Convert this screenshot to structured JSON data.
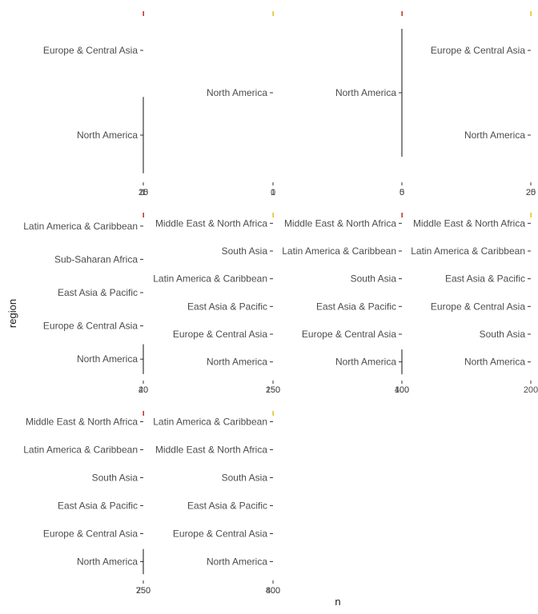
{
  "chart_data": {
    "type": "bar",
    "layout": "faceted-horizontal-bars",
    "xlabel": "n",
    "ylabel": "region",
    "grid": false,
    "panels": [
      {
        "categories": [
          "North America",
          "Europe & Central Asia"
        ],
        "values": [
          0,
          0
        ],
        "xticks": [
          "1",
          "10",
          "25"
        ],
        "marks": [
          {
            "category": "North America",
            "type": "line"
          }
        ],
        "top_stub": "#c0392b"
      },
      {
        "categories": [
          "North America"
        ],
        "values": [
          0
        ],
        "xticks": [
          "1",
          "0"
        ],
        "marks": [],
        "top_stub": "#e6c229"
      },
      {
        "categories": [
          "North America"
        ],
        "values": [
          0
        ],
        "xticks": [
          "0",
          "5"
        ],
        "marks": [
          {
            "category": "North America",
            "type": "line"
          }
        ],
        "top_stub": "#c0392b"
      },
      {
        "categories": [
          "North America",
          "Europe & Central Asia"
        ],
        "values": [
          0,
          0
        ],
        "xticks": [
          "20",
          "25"
        ],
        "marks": [],
        "top_stub": "#e6c229"
      },
      {
        "categories": [
          "North America",
          "Europe & Central Asia",
          "East Asia & Pacific",
          "Sub-Saharan Africa",
          "Latin America & Caribbean"
        ],
        "values": [
          0,
          0,
          0,
          0,
          0
        ],
        "xticks": [
          "20",
          "40"
        ],
        "marks": [
          {
            "category": "North America",
            "type": "line"
          }
        ],
        "top_stub": "#c0392b"
      },
      {
        "categories": [
          "North America",
          "Europe & Central Asia",
          "East Asia & Pacific",
          "Latin America & Caribbean",
          "South Asia",
          "Middle East & North Africa"
        ],
        "values": [
          0,
          0,
          0,
          0,
          0,
          0
        ],
        "xticks": [
          "250",
          "150"
        ],
        "marks": [],
        "top_stub": "#e6c229"
      },
      {
        "categories": [
          "North America",
          "Europe & Central Asia",
          "East Asia & Pacific",
          "South Asia",
          "Latin America & Caribbean",
          "Middle East & North Africa"
        ],
        "values": [
          0,
          0,
          0,
          0,
          0,
          0
        ],
        "xticks": [
          "100",
          "400"
        ],
        "marks": [
          {
            "category": "North America",
            "type": "line"
          }
        ],
        "top_stub": "#c0392b"
      },
      {
        "categories": [
          "North America",
          "South Asia",
          "Europe & Central Asia",
          "East Asia & Pacific",
          "Latin America & Caribbean",
          "Middle East & North Africa"
        ],
        "values": [
          0,
          0,
          0,
          0,
          0,
          0
        ],
        "xticks": [
          "200"
        ],
        "marks": [],
        "top_stub": "#e6c229"
      },
      {
        "categories": [
          "North America",
          "Europe & Central Asia",
          "East Asia & Pacific",
          "South Asia",
          "Latin America & Caribbean",
          "Middle East & North Africa"
        ],
        "values": [
          0,
          0,
          0,
          0,
          0,
          0
        ],
        "xticks": [
          "250",
          "750"
        ],
        "marks": [
          {
            "category": "North America",
            "type": "line"
          }
        ],
        "top_stub": "#c0392b"
      },
      {
        "categories": [
          "North America",
          "Europe & Central Asia",
          "East Asia & Pacific",
          "South Asia",
          "Middle East & North Africa",
          "Latin America & Caribbean"
        ],
        "values": [
          0,
          0,
          0,
          0,
          0,
          0
        ],
        "xticks": [
          "400",
          "800"
        ],
        "marks": [],
        "top_stub": "#e6c229"
      }
    ]
  }
}
